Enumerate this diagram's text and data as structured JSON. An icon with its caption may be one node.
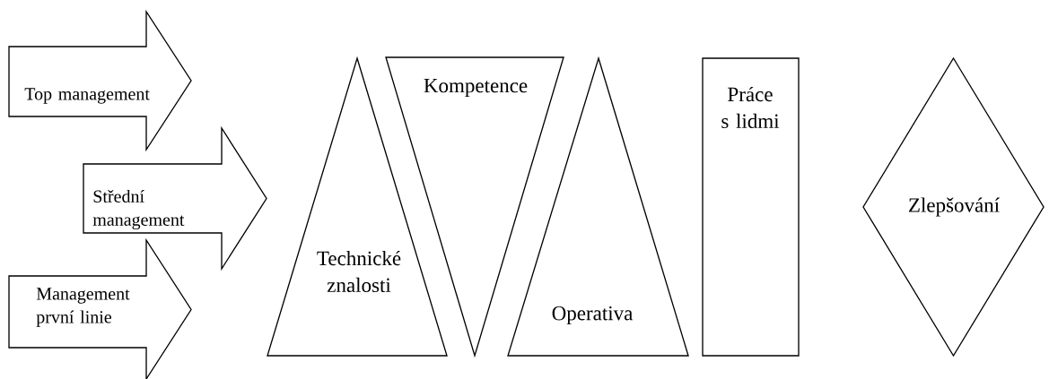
{
  "diagram": {
    "nodes": [
      {
        "text": [
          "Top management"
        ]
      },
      {
        "text": [
          "Střední management"
        ]
      },
      {
        "text": [
          "Management první linie"
        ]
      },
      {
        "text": [
          "Technické znalosti"
        ]
      },
      {
        "text": [
          "Kompetence"
        ]
      },
      {
        "text": [
          "Operativa"
        ]
      },
      {
        "text": [
          "Práce s lidmi"
        ]
      },
      {
        "text": [
          "Zlepšování"
        ]
      }
    ]
  }
}
